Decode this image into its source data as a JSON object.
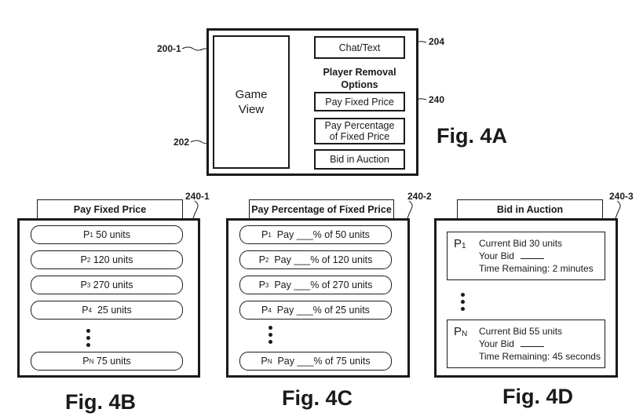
{
  "fig4a": {
    "figure_label": "Fig. 4A",
    "ref_screen": "200-1",
    "ref_game_view": "202",
    "ref_chat": "204",
    "ref_options": "240",
    "game_view_line1": "Game",
    "game_view_line2": "View",
    "chat_label": "Chat/Text",
    "options_heading_line1": "Player Removal",
    "options_heading_line2": "Options",
    "options": [
      {
        "label": "Pay Fixed Price"
      },
      {
        "label_line1": "Pay Percentage",
        "label_line2": "of Fixed Price"
      },
      {
        "label": "Bid in Auction"
      }
    ]
  },
  "fig4b": {
    "figure_label": "Fig. 4B",
    "ref": "240-1",
    "tab_title": "Pay Fixed Price",
    "rows": [
      {
        "player": "P",
        "sub": "1",
        "text": " 50 units"
      },
      {
        "player": "P",
        "sub": "2",
        "text": " 120 units"
      },
      {
        "player": "P",
        "sub": "3",
        "text": " 270 units"
      },
      {
        "player": "P",
        "sub": "4",
        "text": "  25 units"
      },
      {
        "player": "P",
        "sub": "N",
        "text": " 75 units"
      }
    ]
  },
  "fig4c": {
    "figure_label": "Fig. 4C",
    "ref": "240-2",
    "tab_title": "Pay Percentage of Fixed Price",
    "rows": [
      {
        "player": "P",
        "sub": "1",
        "text": "  Pay ___% of 50 units"
      },
      {
        "player": "P",
        "sub": "2",
        "text": "  Pay ___% of 120 units"
      },
      {
        "player": "P",
        "sub": "3",
        "text": "  Pay ___% of 270 units"
      },
      {
        "player": "P",
        "sub": "4",
        "text": "  Pay ___% of 25 units"
      },
      {
        "player": "P",
        "sub": "N",
        "text": "  Pay ___% of 75 units"
      }
    ]
  },
  "fig4d": {
    "figure_label": "Fig. 4D",
    "ref": "240-3",
    "tab_title": "Bid in Auction",
    "cards": [
      {
        "player": "P",
        "sub": "1",
        "current_bid": "Current Bid 30 units",
        "your_bid": "Your Bid",
        "time_remaining": "Time Remaining: 2 minutes"
      },
      {
        "player": "P",
        "sub": "N",
        "current_bid": "Current Bid 55 units",
        "your_bid": "Your Bid",
        "time_remaining": "Time Remaining: 45 seconds"
      }
    ]
  }
}
